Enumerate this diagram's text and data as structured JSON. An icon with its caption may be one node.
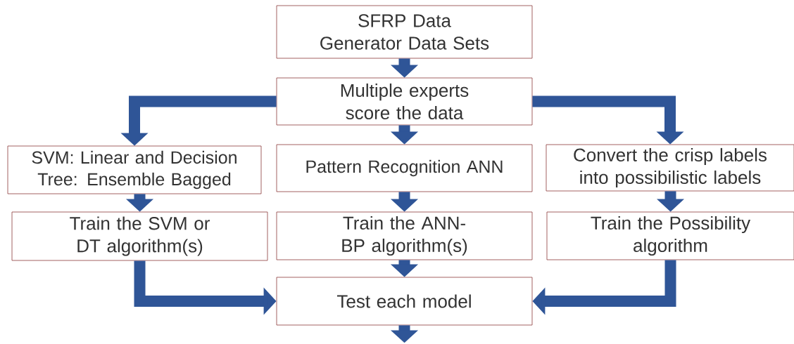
{
  "diagram": {
    "nodes": [
      {
        "text": [
          "SFRP Data Generator Data Sets"
        ]
      },
      {
        "text": [
          "Multiple experts score the data"
        ]
      },
      {
        "text": [
          "SVM: Linear and Decision Tree: Ensemble Bagged"
        ]
      },
      {
        "text": [
          "Pattern Recognition ANN"
        ]
      },
      {
        "text": [
          "Convert the crisp labels into possibilistic labels"
        ]
      },
      {
        "text": [
          "Train the SVM or DT algorithm(s)"
        ]
      },
      {
        "text": [
          "Train the ANN-BP algorithm(s)"
        ]
      },
      {
        "text": [
          "Train the Possibility algorithm"
        ]
      },
      {
        "text": [
          "Test each model"
        ]
      }
    ],
    "edges": [
      {
        "from": 0,
        "to": 1,
        "arrow": "to"
      },
      {
        "from": 1,
        "to": 2,
        "arrow": "to"
      },
      {
        "from": 1,
        "to": 3,
        "arrow": "to"
      },
      {
        "from": 1,
        "to": 4,
        "arrow": "to"
      },
      {
        "from": 2,
        "to": 5,
        "arrow": "to"
      },
      {
        "from": 3,
        "to": 6,
        "arrow": "to"
      },
      {
        "from": 4,
        "to": 7,
        "arrow": "to"
      },
      {
        "from": 5,
        "to": 8,
        "arrow": "to"
      },
      {
        "from": 6,
        "to": 8,
        "arrow": "to"
      },
      {
        "from": 7,
        "to": 8,
        "arrow": "to"
      },
      {
        "from": 8,
        "to": null,
        "arrow": "to"
      }
    ]
  }
}
